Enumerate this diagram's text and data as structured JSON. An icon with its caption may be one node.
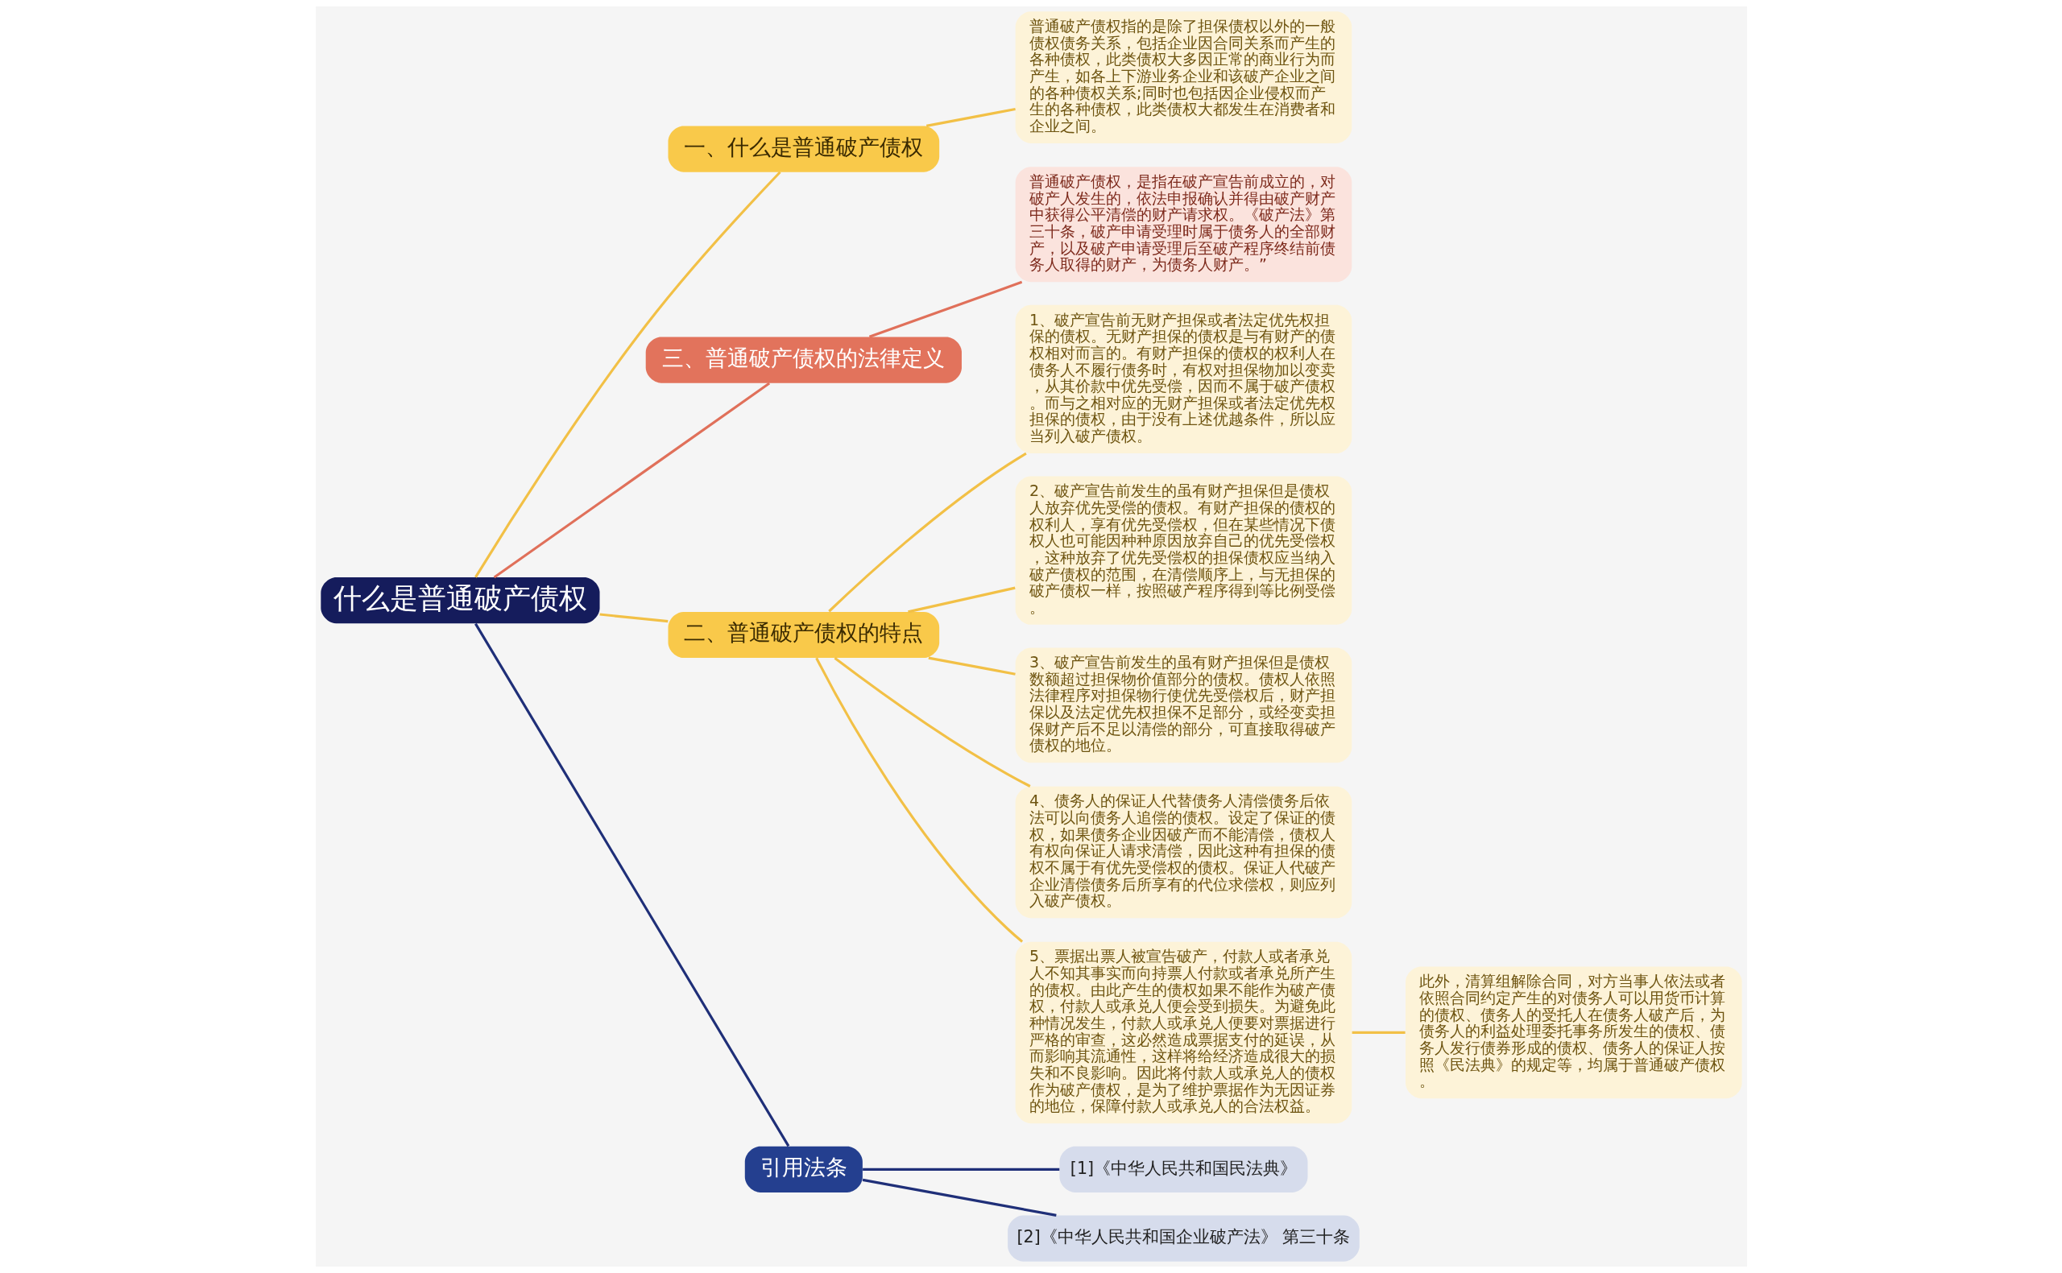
{
  "diagram": {
    "nodes": [
      {
        "text": [
          "什么是普通破产债权"
        ]
      },
      {
        "text": [
          "一、什么是普通破产债权"
        ]
      },
      {
        "text": [
          "普通破产债权指的是除了担保债权以外的一般债权债务关系，包括企业因合同关系而产生的各种债权，此类债权大多因正常的商业行为而产生，如各上下游业务企业和该破产企业之间的各种债权关系;同时也包括因企业侵权而产生的各种债权，此类债权大都发生在消费者和企业之间。"
        ]
      },
      {
        "text": [
          "三、普通破产债权的法律定义"
        ]
      },
      {
        "text": [
          "普通破产债权，是指在破产宣告前成立的，对破产人发生的，依法申报确认并得由破产财产中获得公平清偿的财产请求权。《破产法》第三十条，破产申请受理时属于债务人的全部财产，以及破产申请受理后至破产程序终结前债务人取得的财产，为债务人财产。”"
        ]
      },
      {
        "text": [
          "二、普通破产债权的特点"
        ]
      },
      {
        "text": [
          "1、破产宣告前无财产担保或者法定优先权担保的债权。无财产担保的债权是与有财产的债权相对而言的。有财产担保的债权的权利人在债务人不履行债务时，有权对担保物加以变卖，从其价款中优先受偿，因而不属于破产债权。而与之相对应的无财产担保或者法定优先权担保的债权，由于没有上述优越条件，所以应当列入破产债权。"
        ]
      },
      {
        "text": [
          "2、破产宣告前发生的虽有财产担保但是债权人放弃优先受偿的债权。有财产担保的债权的权利人，享有优先受偿权，但在某些情况下债权人也可能因种种原因放弃自己的优先受偿权，这种放弃了优先受偿权的担保债权应当纳入破产债权的范围，在清偿顺序上，与无担保的破产债权一样，按照破产程序得到等比例受偿。"
        ]
      },
      {
        "text": [
          "3、破产宣告前发生的虽有财产担保但是债权数额超过担保物价值部分的债权。债权人依照法律程序对担保物行使优先受偿权后，财产担保以及法定优先权担保不足部分，或经变卖担保财产后不足以清偿的部分，可直接取得破产债权的地位。"
        ]
      },
      {
        "text": [
          "4、债务人的保证人代替债务人清偿债务后依法可以向债务人追偿的债权。设定了保证的债权，如果债务企业因破产而不能清偿，债权人有权向保证人请求清偿，因此这种有担保的债权不属于有优先受偿权的债权。保证人代破产企业清偿债务后所享有的代位求偿权，则应列入破产债权。"
        ]
      },
      {
        "text": [
          "5、票据出票人被宣告破产，付款人或者承兑人不知其事实而向持票人付款或者承兑所产生的债权。由此产生的债权如果不能作为破产债权，付款人或承兑人便会受到损失。为避免此种情况发生，付款人或承兑人便要对票据进行严格的审查，这必然造成票据支付的延误，从而影响其流通性，这样将给经济造成很大的损失和不良影响。因此将付款人或承兑人的债权作为破产债权，是为了维护票据作为无因证券的地位，保障付款人或承兑人的合法权益。"
        ]
      },
      {
        "text": [
          "此外，清算组解除合同，对方当事人依法或者依照合同约定产生的对债务人可以用货币计算的债权、债务人的受托人在债务人破产后，为债务人的利益处理委托事务所发生的债权、债务人发行债券形成的债权、债务人的保证人按照《民法典》的规定等，均属于普通破产债权。"
        ]
      },
      {
        "text": [
          "引用法条"
        ]
      },
      {
        "text": [
          "[1]《中华人民共和国民法典》"
        ]
      },
      {
        "text": [
          "[2]《中华人民共和国企业破产法》 第三十条"
        ]
      }
    ],
    "edges": [
      {
        "from": 0,
        "to": 1,
        "arrow": "none"
      },
      {
        "from": 1,
        "to": 2,
        "arrow": "none"
      },
      {
        "from": 0,
        "to": 3,
        "arrow": "none",
        "color": "#e0705a"
      },
      {
        "from": 3,
        "to": 4,
        "arrow": "none",
        "color": "#e0705a"
      },
      {
        "from": 0,
        "to": 5,
        "arrow": "none"
      },
      {
        "from": 5,
        "to": 6,
        "arrow": "none"
      },
      {
        "from": 5,
        "to": 7,
        "arrow": "none"
      },
      {
        "from": 5,
        "to": 8,
        "arrow": "none"
      },
      {
        "from": 5,
        "to": 9,
        "arrow": "none"
      },
      {
        "from": 5,
        "to": 10,
        "arrow": "none"
      },
      {
        "from": 10,
        "to": 11,
        "arrow": "none"
      },
      {
        "from": 0,
        "to": 12,
        "arrow": "none",
        "color": "#1f2f78"
      },
      {
        "from": 12,
        "to": 13,
        "arrow": "none",
        "color": "#1f2f78"
      },
      {
        "from": 12,
        "to": 14,
        "arrow": "none",
        "color": "#1f2f78"
      }
    ]
  }
}
